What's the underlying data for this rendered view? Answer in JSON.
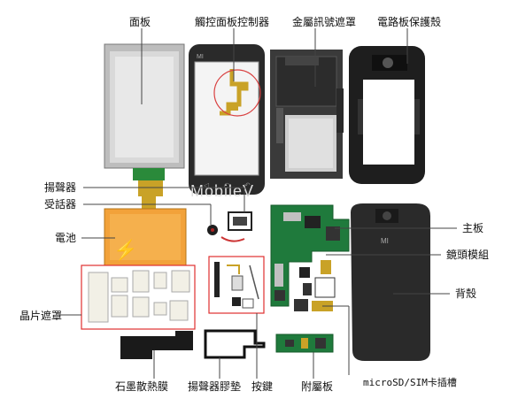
{
  "labels": {
    "panel": "面板",
    "touch_controller": "觸控面板控制器",
    "metal_shield": "金屬訊號遮罩",
    "board_cover": "電路板保護殼",
    "speaker": "揚聲器",
    "receiver": "受話器",
    "battery": "電池",
    "chip_shield": "晶片遮罩",
    "graphite_film": "石墨散熱膜",
    "speaker_pad": "揚聲器膠墊",
    "buttons": "按鍵",
    "sub_board": "附屬板",
    "mainboard": "主板",
    "camera_module": "鏡頭模組",
    "back_cover": "背殼",
    "card_slot": "microSD/SIM卡插槽"
  },
  "watermark": "MobileV",
  "phone_logo": "MI",
  "colors": {
    "battery": "#f2a23a",
    "pcb": "#1f7a3c",
    "line": "#444444",
    "highlight_ring": "#d94040",
    "shield_box": "#e03030"
  }
}
